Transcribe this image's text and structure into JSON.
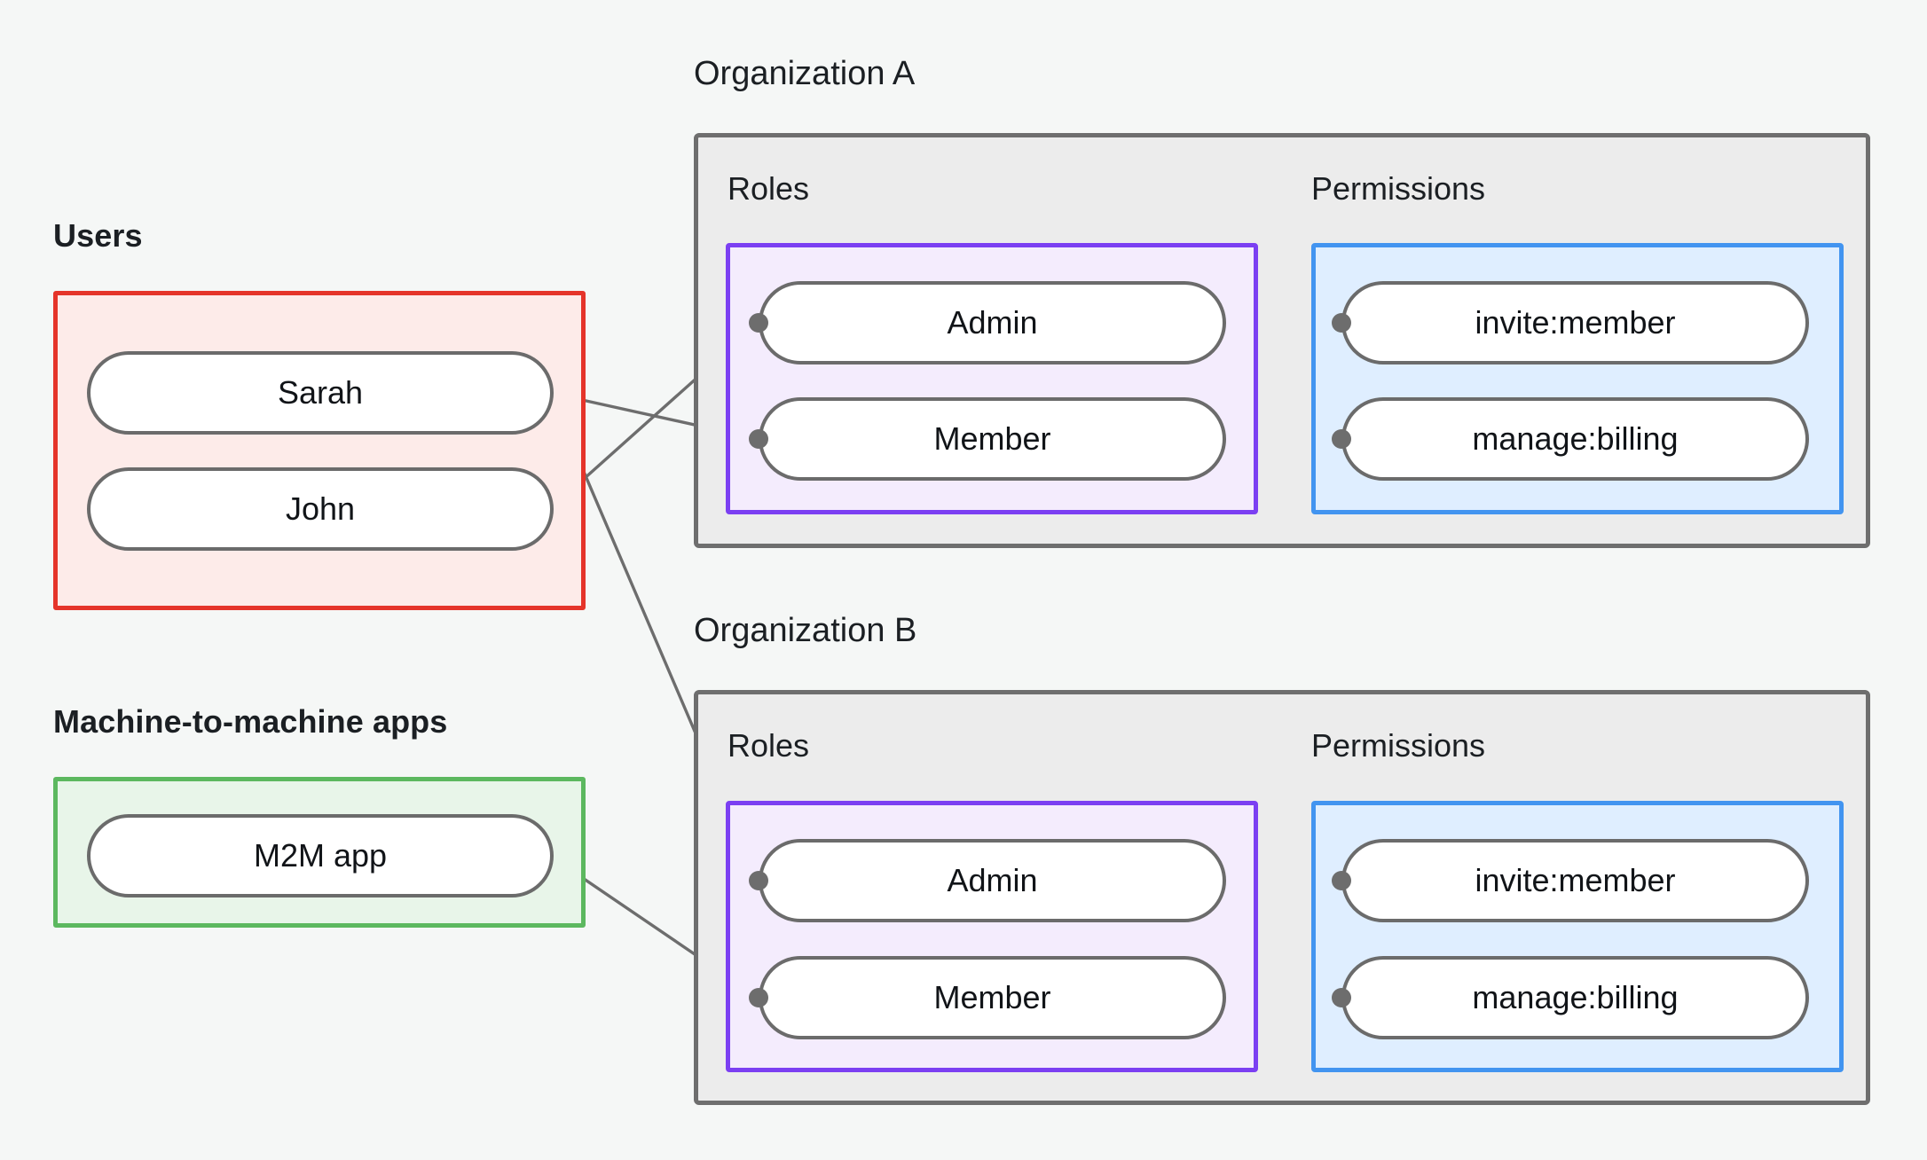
{
  "diagram": {
    "title_alt": "Organization RBAC model",
    "background_color": "#f5f7f6"
  },
  "colors": {
    "users_border": "#e5342a",
    "users_fill": "#fdebe9",
    "m2m_border": "#5cb85f",
    "m2m_fill": "#e8f5e9",
    "org_border": "#6e6e6e",
    "org_fill": "#ececec",
    "roles_border": "#7b3ff2",
    "roles_fill": "#f4ecfd",
    "permissions_border": "#4294f0",
    "permissions_fill": "#dfeeff",
    "pill_border": "#6b6b6b",
    "pill_fill": "#ffffff",
    "edge": "#6d6d6d",
    "text": "#1b1f23"
  },
  "groups": {
    "users": {
      "label": "Users",
      "items": [
        {
          "label": "Sarah"
        },
        {
          "label": "John"
        }
      ]
    },
    "m2m": {
      "label": "Machine-to-machine apps",
      "items": [
        {
          "label": "M2M app"
        }
      ]
    }
  },
  "organizations": [
    {
      "title": "Organization A",
      "roles_label": "Roles",
      "permissions_label": "Permissions",
      "roles": [
        {
          "label": "Admin"
        },
        {
          "label": "Member"
        }
      ],
      "permissions": [
        {
          "label": "invite:member"
        },
        {
          "label": "manage:billing"
        }
      ]
    },
    {
      "title": "Organization B",
      "roles_label": "Roles",
      "permissions_label": "Permissions",
      "roles": [
        {
          "label": "Admin"
        },
        {
          "label": "Member"
        }
      ],
      "permissions": [
        {
          "label": "invite:member"
        },
        {
          "label": "manage:billing"
        }
      ]
    }
  ],
  "edges": [
    {
      "from": "Sarah",
      "to": "Organization A / Member"
    },
    {
      "from": "Sarah",
      "to": "Organization B / Admin"
    },
    {
      "from": "John",
      "to": "Organization A / Admin"
    },
    {
      "from": "M2M app",
      "to": "Organization B / Member"
    },
    {
      "from": "Organization A / Admin",
      "to": "Organization A / invite:member"
    },
    {
      "from": "Organization A / Admin",
      "to": "Organization A / manage:billing"
    },
    {
      "from": "Organization A / Member",
      "to": "Organization A / manage:billing"
    },
    {
      "from": "Organization B / Admin",
      "to": "Organization B / invite:member"
    },
    {
      "from": "Organization B / Admin",
      "to": "Organization B / manage:billing"
    },
    {
      "from": "Organization B / Member",
      "to": "Organization B / manage:billing"
    }
  ]
}
